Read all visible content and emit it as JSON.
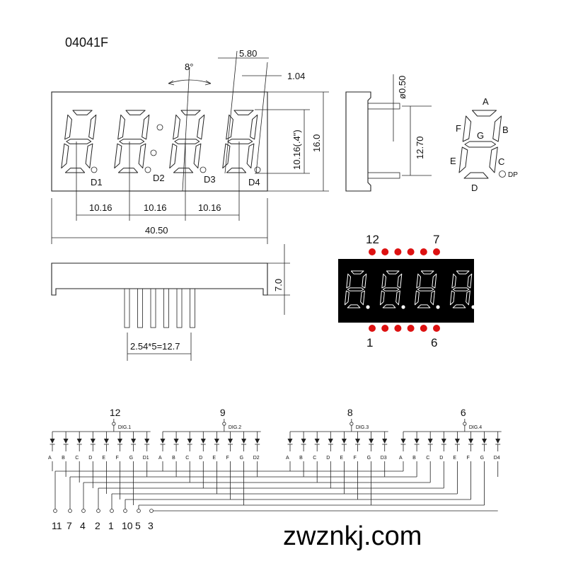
{
  "part_number": "04041F",
  "front_view": {
    "digit_labels": [
      "D1",
      "D2",
      "D3",
      "D4"
    ],
    "angle": "8°",
    "dim_top_width": "5.80",
    "dim_top_offset": "1.04",
    "dim_digit_height": "10.16(.4\")",
    "dim_total_height": "16.0",
    "dim_pitch": [
      "10.16",
      "10.16",
      "10.16"
    ],
    "dim_total_width": "40.50"
  },
  "side_view": {
    "dim_pin_diameter": "ø0.50",
    "dim_pin_spacing": "12.70"
  },
  "segment_legend": {
    "labels": [
      "A",
      "B",
      "C",
      "D",
      "E",
      "F",
      "G",
      "DP"
    ]
  },
  "bottom_view": {
    "dim_height": "7.0",
    "dim_pin_pitch": "2.54*5=12.7"
  },
  "display_photo": {
    "top_left_pin": "12",
    "top_right_pin": "7",
    "bottom_left_pin": "1",
    "bottom_right_pin": "6",
    "led_color": "#dd1111"
  },
  "schematic": {
    "digits": [
      {
        "pin": "12",
        "label": "DIG.1",
        "last_anode": "D1"
      },
      {
        "pin": "9",
        "label": "DIG.2",
        "last_anode": "D2"
      },
      {
        "pin": "8",
        "label": "DIG.3",
        "last_anode": "D3"
      },
      {
        "pin": "6",
        "label": "DIG.4",
        "last_anode": "D4"
      }
    ],
    "segment_names": [
      "A",
      "B",
      "C",
      "D",
      "E",
      "F",
      "G"
    ],
    "bottom_pins": [
      "11",
      "7",
      "4",
      "2",
      "1",
      "10",
      "5",
      "3"
    ]
  },
  "watermark": "zwznkj.com"
}
